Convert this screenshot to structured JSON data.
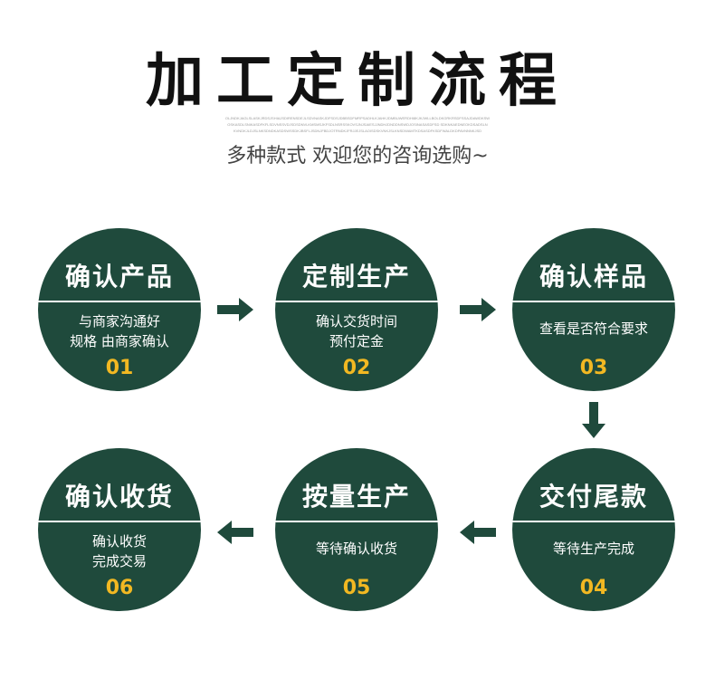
{
  "header": {
    "title": "加工定制流程",
    "fine_print": [
      "OLJNDKJAGLSLASKJRDSJSHIAJSDIRENSDEJLSDVNASKJDFSDSJDBBSDFMRPSADHLKJAHKJDMBUWERDHI8KJKJWLLBOLDKGRKRSDFSSAJDAWDKSW",
      "OSKASDLSNIKASDFKFLSDVNSSVDJSDSDNVLKMSMSJKFSDLNSRSSKOVSJNJSAIESJJNDHJDNDDNSWDJOSINASASDFSD SDKNKAEDNEOKDSADSLN",
      "KVNDKJLDJSLNKSDNDKASDSWSSDKJBSFLJSDNJFBDJOTRNDKJFRJJEJSLAOISDSKVNKJSLKNSDWAMTKDSASDFKSDFWALDKDPAVNNNKJSD"
    ],
    "subtitle": "多种款式 欢迎您的咨询选购~"
  },
  "steps": [
    {
      "title": "确认产品",
      "desc": [
        "与商家沟通好",
        "规格 由商家确认"
      ],
      "num": "01"
    },
    {
      "title": "定制生产",
      "desc": [
        "确认交货时间",
        "预付定金"
      ],
      "num": "02"
    },
    {
      "title": "确认样品",
      "desc": [
        "查看是否符合要求"
      ],
      "num": "03"
    },
    {
      "title": "交付尾款",
      "desc": [
        "等待生产完成"
      ],
      "num": "04"
    },
    {
      "title": "按量生产",
      "desc": [
        "等待确认收货"
      ],
      "num": "05"
    },
    {
      "title": "确认收货",
      "desc": [
        "确认收货",
        "完成交易"
      ],
      "num": "06"
    }
  ],
  "colors": {
    "circle": "#1f4a3c",
    "number": "#f2b822",
    "arrow": "#1f4a3c",
    "text": "#ffffff"
  }
}
